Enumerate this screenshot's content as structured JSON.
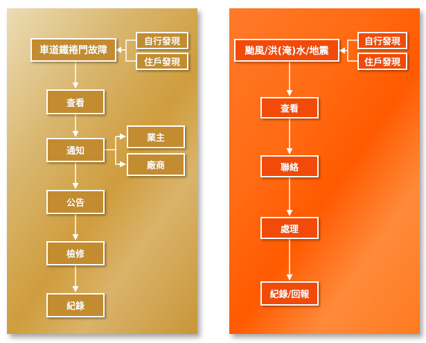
{
  "left": {
    "title": "車道鐵捲門故障",
    "sources": [
      "自行發現",
      "住戶發現"
    ],
    "steps": [
      "查看",
      "通知",
      "公告",
      "檢修",
      "紀錄"
    ],
    "branches": [
      "業主",
      "廠商"
    ]
  },
  "right": {
    "title": "颱風/洪(淹)水/地震",
    "sources": [
      "自行發現",
      "住戶發現"
    ],
    "steps": [
      "查看",
      "聯絡",
      "處理",
      "紀錄/回報"
    ]
  },
  "colors": {
    "left_box": "#c38c30",
    "right_box": "#f24a08",
    "connector": "#ffffff"
  }
}
